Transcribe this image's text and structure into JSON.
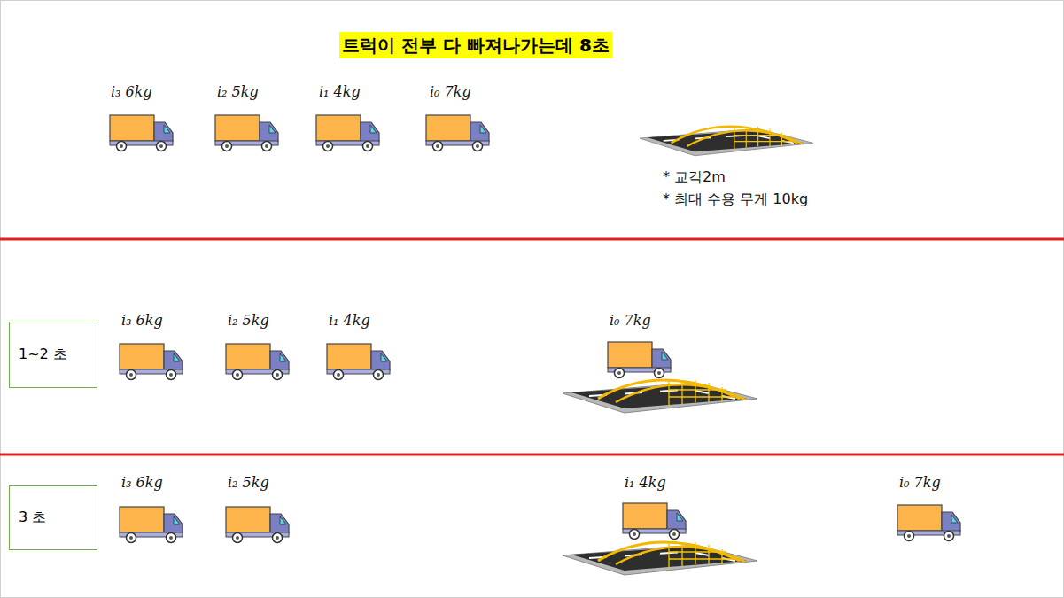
{
  "diagram": {
    "title": "트럭이 전부 다 빠져나가는데 8초",
    "nodes": [
      {
        "text": [
          "1~2 초"
        ]
      },
      {
        "text": [
          "3 초"
        ]
      }
    ],
    "labels": [
      "i₃ 6kg",
      "i₂ 5kg",
      "i₁ 4kg",
      "i₀ 7kg",
      "* 교각2m",
      "* 최대 수용 무게 10kg",
      "i₃ 6kg",
      "i₂ 5kg",
      "i₁ 4kg",
      "i₀ 7kg",
      "i₃ 6kg",
      "i₂ 5kg",
      "i₁ 4kg",
      "i₀ 7kg"
    ]
  }
}
